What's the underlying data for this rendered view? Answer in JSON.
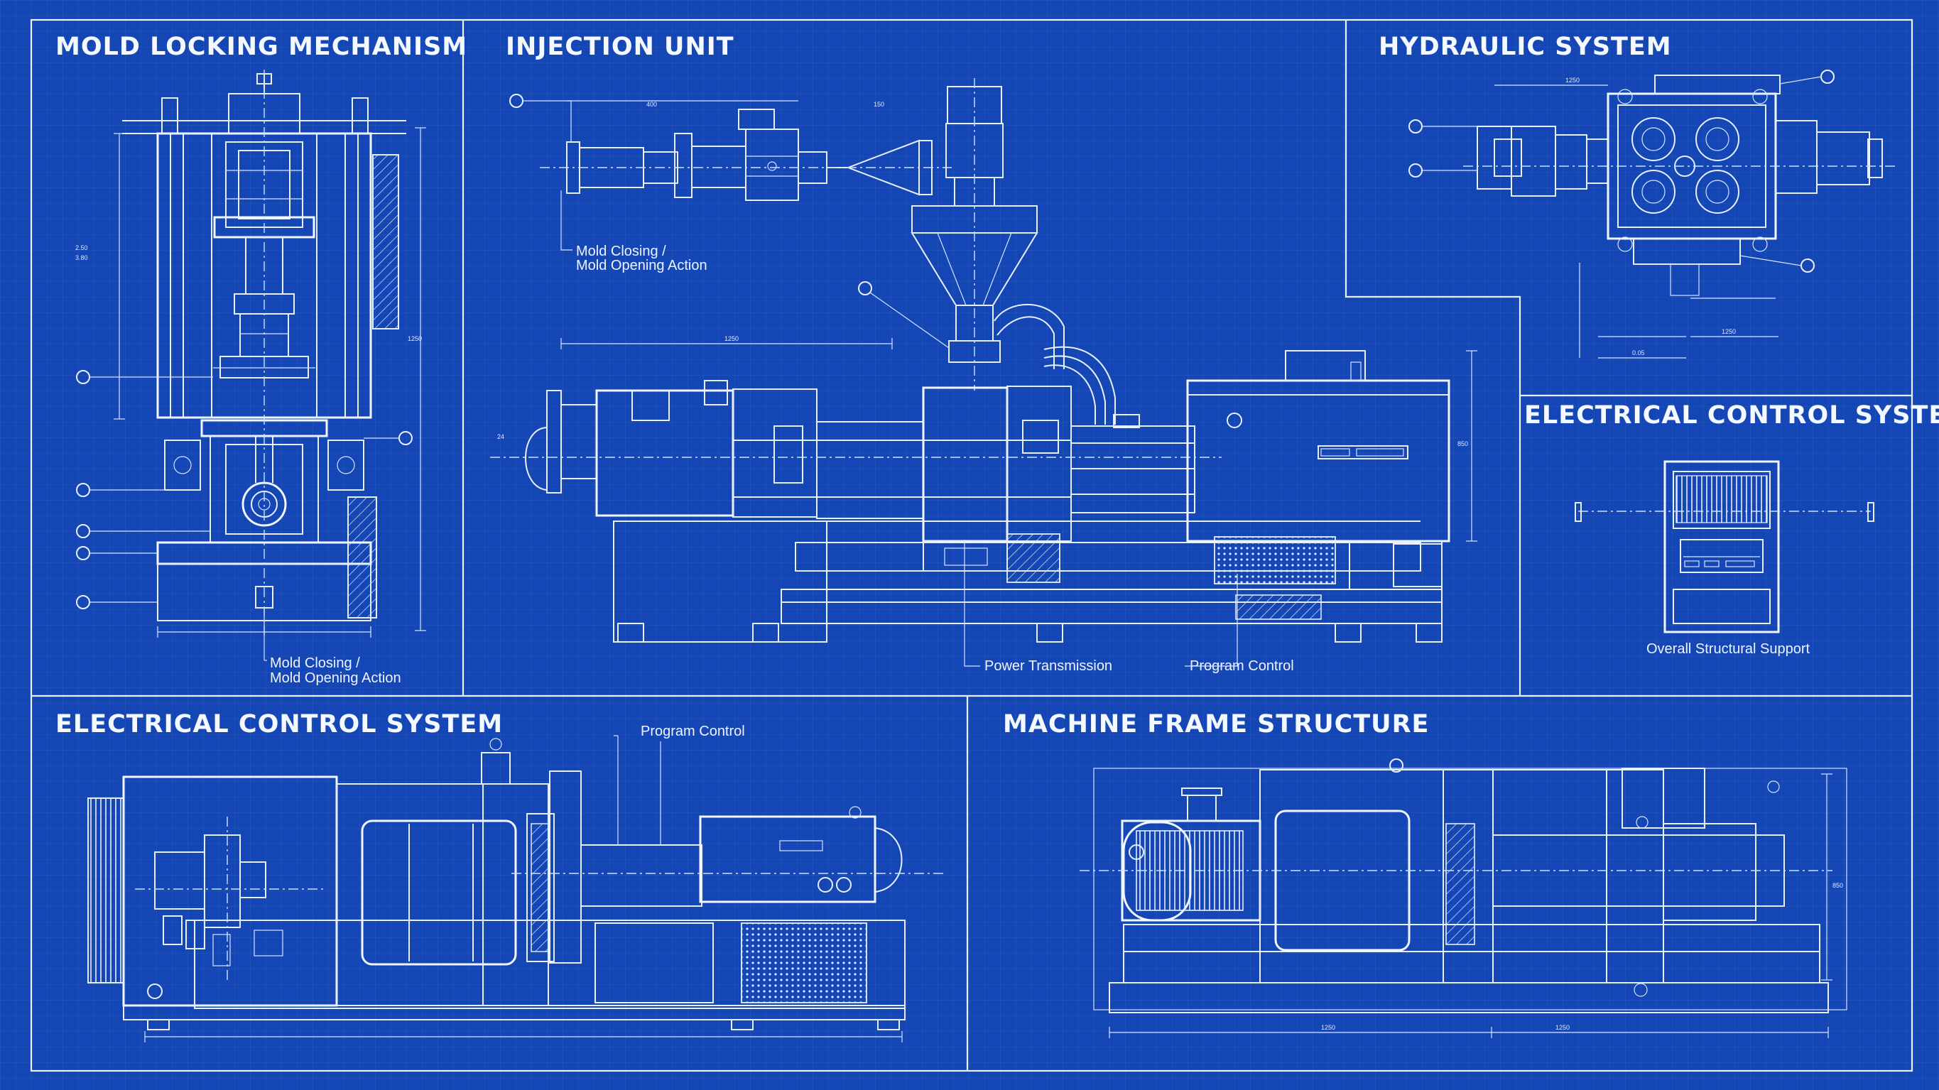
{
  "panels": {
    "mold_locking": {
      "title": "MOLD LOCKING MECHANISM",
      "caption_line1": "Mold Closing /",
      "caption_line2": "Mold Opening Action"
    },
    "injection_unit": {
      "title": "INJECTION UNIT",
      "caption_top_line1": "Mold Closing /",
      "caption_top_line2": "Mold Opening Action",
      "caption_power": "Power Transmission",
      "caption_program": "Program Control"
    },
    "hydraulic": {
      "title": "HYDRAULIC SYSTEM"
    },
    "electrical_right": {
      "title": "ELECTRICAL CONTROL SYSTEM",
      "caption": "Overall Structural Support"
    },
    "electrical_bottom": {
      "title": "ELECTRICAL CONTROL SYSTEM",
      "caption": "Program Control"
    },
    "machine_frame": {
      "title": "MACHINE FRAME STRUCTURE"
    }
  },
  "colors": {
    "background": "#1447b5",
    "line": "#e8f0ff"
  }
}
